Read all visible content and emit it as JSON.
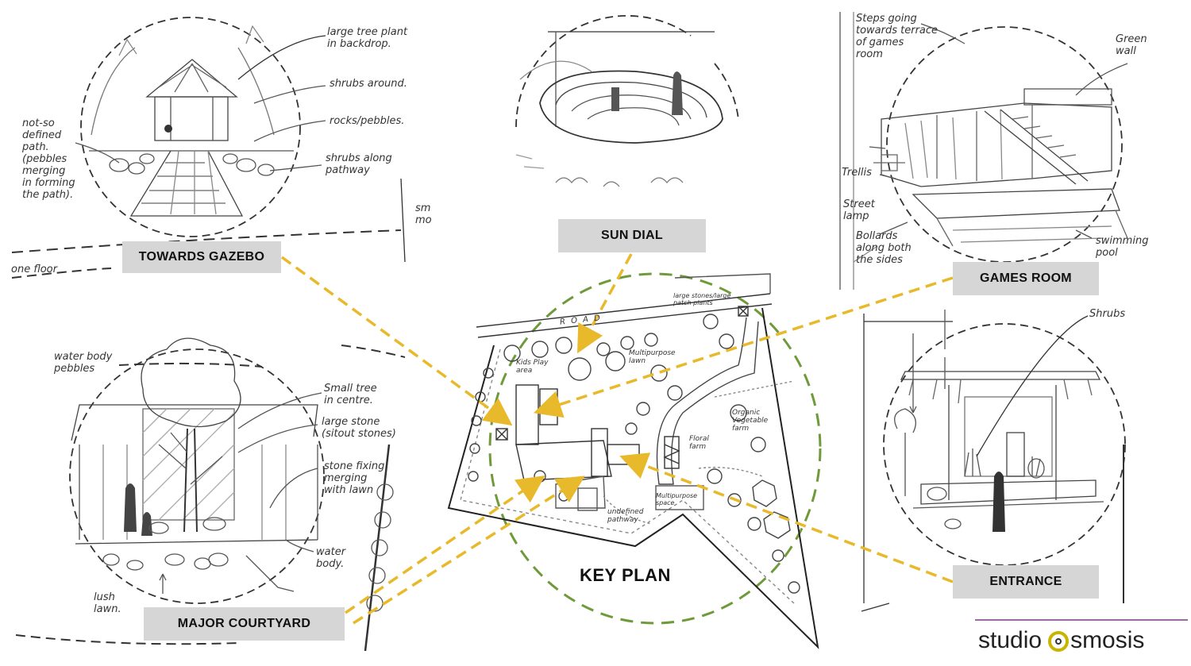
{
  "views": {
    "towards_gazebo": "TOWARDS GAZEBO",
    "sun_dial": "SUN DIAL",
    "games_room": "GAMES ROOM",
    "major_courtyard": "MAJOR COURTYARD",
    "entrance": "ENTRANCE",
    "key_plan": "KEY PLAN"
  },
  "notes": {
    "gazebo_1": "large tree plant\nin backdrop.",
    "gazebo_2": "shrubs around.",
    "gazebo_3": "rocks/pebbles.",
    "gazebo_4": "shrubs along\npathway",
    "gazebo_5": "not-so\ndefined\npath.\n(pebbles\nmerging\nin forming\nthe path).",
    "gazebo_6": "one floor",
    "games_1": "Steps going\ntowards terrace\nof games\nroom",
    "games_2": "Green\nwall",
    "games_3": "Trellis",
    "games_4": "Street\nlamp",
    "games_5": "Bollards\nalong both\nthe sides",
    "games_6": "swimming\npool",
    "courtyard_1": "Small tree\nin centre.",
    "courtyard_2": "large stone\n(sitout stones)",
    "courtyard_3": "stone fixing\nmerging\nwith lawn",
    "courtyard_4": "water\nbody.",
    "courtyard_5": "lush\nlawn.",
    "courtyard_6": "water body\npebbles",
    "entrance_1": "Shrubs",
    "plan_road": "R O A D",
    "plan_1": "Kids Play\narea",
    "plan_2": "Multipurpose\nlawn",
    "plan_3": "Organic\nVegetable\nfarm",
    "plan_4": "Floral\nfarm",
    "plan_5": "undefined\npathway",
    "plan_6": "Multipurpose\nspace",
    "plan_7": "large stones/large\npatch plants",
    "side_1": "sm\nmo"
  },
  "brand": {
    "name_part1": "studio",
    "name_part2": "smosis"
  },
  "colors": {
    "arrow": "#e8b92a",
    "keyplan_circle": "#6f9a3a",
    "label_bg": "#d6d6d6",
    "logo_ring": "#c9b400",
    "logo_line": "#9b6aa0"
  }
}
